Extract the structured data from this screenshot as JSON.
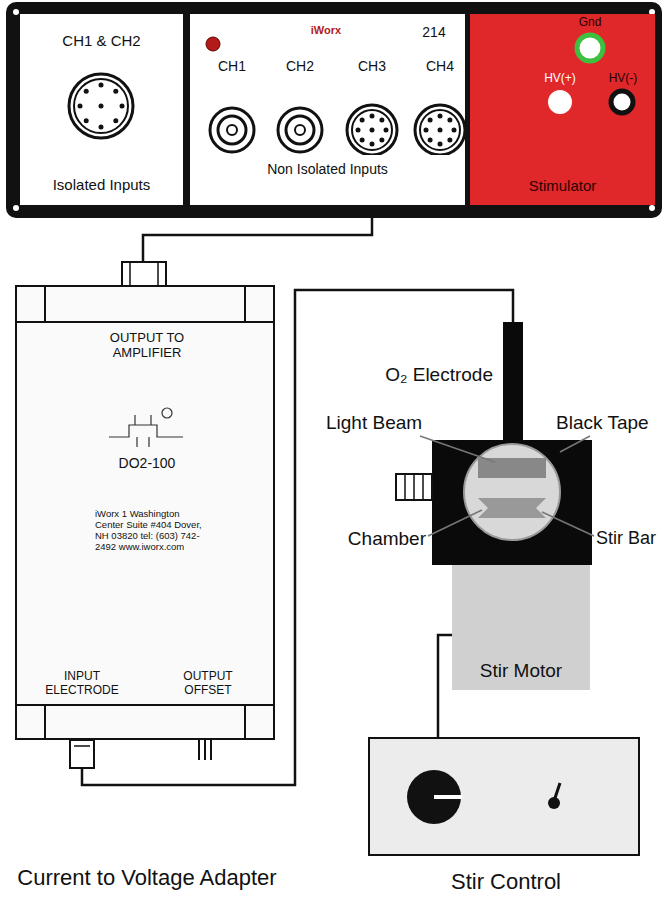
{
  "diagram": {
    "nodes": [
      {
        "text": [
          "CH1 & CH2",
          "Isolated Inputs"
        ]
      },
      {
        "text": [
          "Non Isolated Inputs"
        ]
      },
      {
        "text": [
          "CH1"
        ],
        "in": 1
      },
      {
        "text": [
          "CH2"
        ],
        "in": 1
      },
      {
        "text": [
          "CH3"
        ],
        "in": 1
      },
      {
        "text": [
          "CH4"
        ],
        "in": 1
      },
      {
        "text": [
          "Stimulator"
        ]
      },
      {
        "text": [
          "OUTPUT TO AMPLIFIER",
          "DO2-100",
          "iWorx 1 Washington Center Suite #404 Dover, NH 03820 tel: (603) 742-2492 www.iworx.com",
          "INPUT ELECTRODE",
          "OUTPUT OFFSET",
          "Current to Voltage Adapter"
        ]
      },
      {
        "text": [
          "O₂ Electrode"
        ]
      },
      {
        "text": [
          "Stir Motor"
        ]
      },
      {
        "text": [
          "Stir Control"
        ]
      }
    ],
    "edges": [
      {
        "from": 4,
        "to": 7,
        "arrow": "none"
      },
      {
        "from": 7,
        "to": 8,
        "arrow": "none"
      },
      {
        "from": 9,
        "to": 10,
        "arrow": "none"
      }
    ],
    "labels": [
      "iWorx",
      "214",
      "Gnd",
      "HV(+)",
      "HV(-)",
      "Light Beam",
      "Black Tape",
      "Chamber",
      "Stir Bar"
    ]
  }
}
